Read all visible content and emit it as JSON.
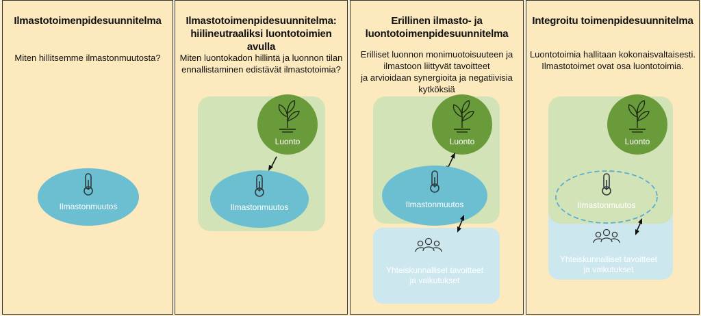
{
  "panels": [
    {
      "title_lines": [
        "Ilmastotoimenpidesuunnitelma"
      ],
      "question": [
        "Miten hillitsemme ilmastonmuutosta?"
      ],
      "climate_label": "Ilmastonmuutos"
    },
    {
      "title_lines": [
        "Ilmastotoimenpidesuunnitelma:",
        "hiilineutraaliksi luontotoimien avulla"
      ],
      "question": [
        "Miten luontokadon hillintä ja luonnon tilan",
        "ennallistaminen edistävät ilmastotoimia?"
      ],
      "nature_label": "Luonto",
      "climate_label": "Ilmastonmuutos"
    },
    {
      "title_lines": [
        "Erillinen ilmasto- ja",
        "luontotoimenpidesuunnitelma"
      ],
      "question": [
        "Erilliset luonnon monimuotoisuuteen ja",
        "ilmastoon liittyvät tavoitteet",
        "ja arvioidaan synergioita ja negatiivisia",
        "kytköksiä"
      ],
      "nature_label": "Luonto",
      "climate_label": "Ilmastonmuutos",
      "society_lines": [
        "Yhteiskunnalliset tavoitteet",
        "ja vaikutukset"
      ]
    },
    {
      "title_lines": [
        "Integroitu toimenpidesuunnitelma"
      ],
      "question": [
        "Luontotoimia hallitaan kokonaisvaltaisesti.",
        "Ilmastotoimet ovat osa luontotoimia."
      ],
      "nature_label": "Luonto",
      "climate_label": "Ilmastonmuutos",
      "society_lines": [
        "Yhteiskunnalliset tavoitteet",
        "ja vaikutukset"
      ]
    }
  ],
  "icons": {
    "plant": "plant-icon",
    "thermometer": "thermometer-icon",
    "people": "people-icon",
    "arrow": "double-arrow-icon"
  },
  "colors": {
    "background": "#fde9be",
    "green_box": "#d3e3b8",
    "nature_circle": "#6a9b3a",
    "climate_ellipse": "#6bbfd1",
    "society_box": "#cde7ef",
    "climate_dashed": "#5aaed0"
  }
}
